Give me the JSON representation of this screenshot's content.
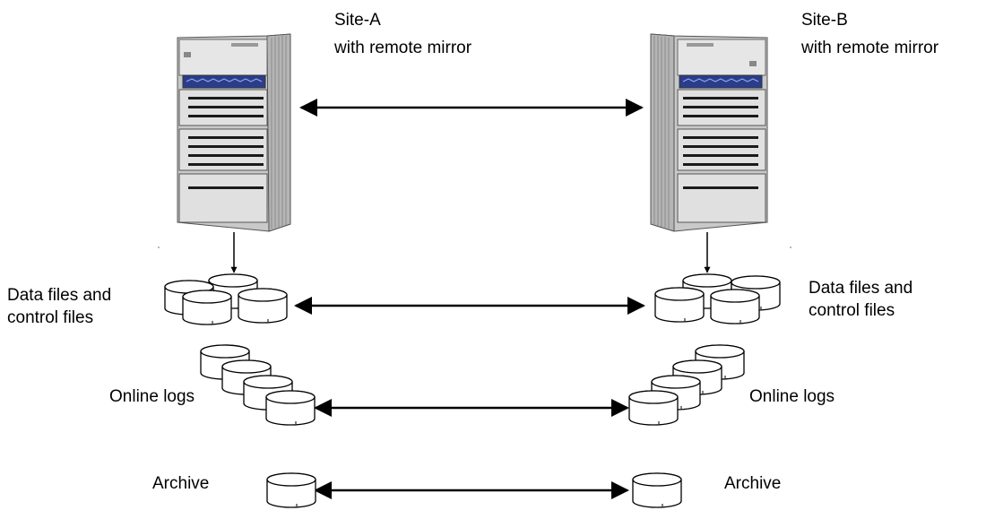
{
  "site_a": {
    "title": "Site-A",
    "subtitle": "with remote mirror"
  },
  "site_b": {
    "title": "Site-B",
    "subtitle": "with remote mirror"
  },
  "labels": {
    "data_files_left_line1": "Data files and",
    "data_files_left_line2": "control files",
    "data_files_right_line1": "Data files and",
    "data_files_right_line2": "control files",
    "online_logs_left": "Online logs",
    "online_logs_right": "Online logs",
    "archive_left": "Archive",
    "archive_right": "Archive"
  },
  "colors": {
    "line": "#000000",
    "server_light": "#e2e2e2",
    "server_mid": "#c4c4c4",
    "server_dark": "#8a8a8a",
    "server_panel": "#2a3c8c"
  }
}
